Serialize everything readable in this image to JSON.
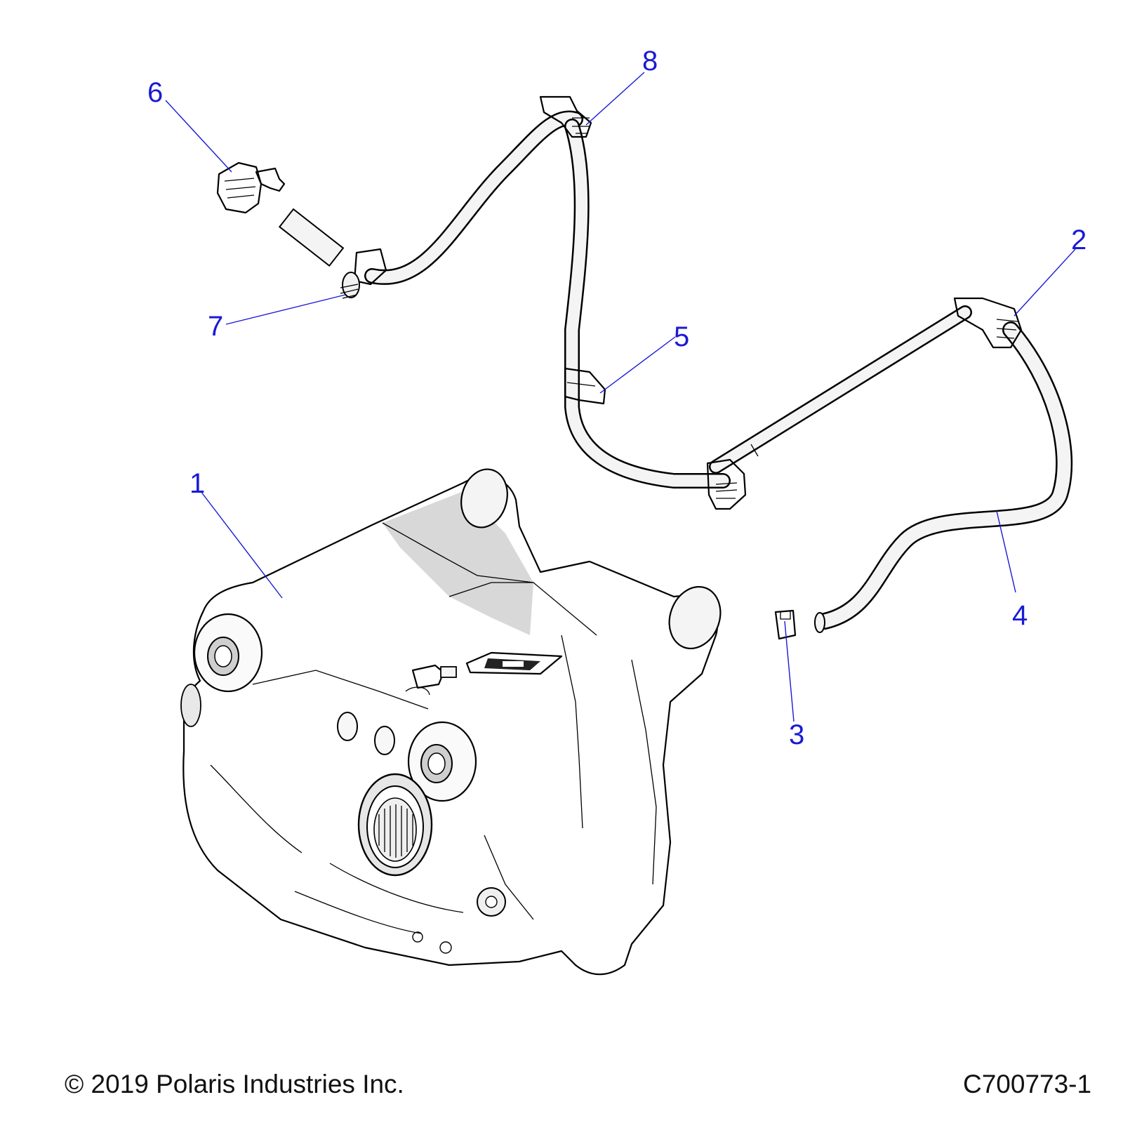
{
  "callouts": [
    {
      "id": "1",
      "label": "1"
    },
    {
      "id": "2",
      "label": "2"
    },
    {
      "id": "3",
      "label": "3"
    },
    {
      "id": "4",
      "label": "4"
    },
    {
      "id": "5",
      "label": "5"
    },
    {
      "id": "6",
      "label": "6"
    },
    {
      "id": "7",
      "label": "7"
    },
    {
      "id": "8",
      "label": "8"
    }
  ],
  "footer": {
    "copyright": "© 2019 Polaris Industries Inc.",
    "drawing_number": "C700773-1"
  },
  "colors": {
    "callout": "#1a1ad6",
    "line": "#000000",
    "housing_fill": "#f2f2f2"
  }
}
